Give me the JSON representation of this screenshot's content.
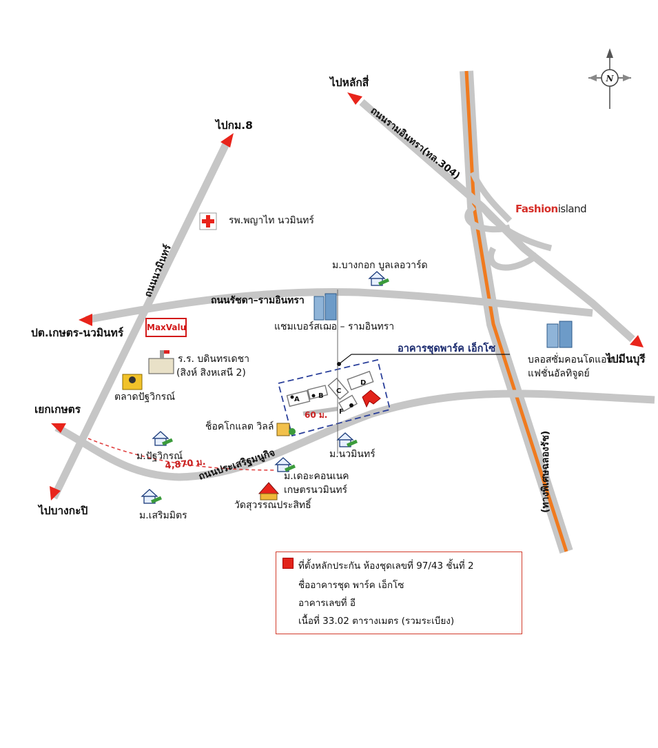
{
  "destinations": {
    "lak_si": "ไปหลักสี่",
    "km8": "ไปกม.8",
    "kaset_nawamin": "ปต.เกษตร-นวมินทร์",
    "yaek_kaset": "เยกเกษตร",
    "bang_kapi": "ไปบางกะปิ",
    "min_buri": "ไปมีนบุรี"
  },
  "roads": {
    "ram_intra": "ถนนรามอินทรา(ทล.304)",
    "nawamin": "ถนนนวมินทร์",
    "ratchada_ramintra": "ถนนรัชดา–รามอินทรา",
    "prasert_manukit": "ถนนประเสริฐมนูกิจ",
    "expressway": "(ทางพิเศษฉลองรัช)"
  },
  "places": {
    "hospital": "รพ.พญาไท นวมินทร์",
    "bangkok_boulevard": "ม.บางกอก บูลเลอวาร์ด",
    "chambers": "แชมเบอร์สเฌอ – รามอินทรา",
    "school_line1": "ร.ร. บดินทรเดชา",
    "school_line2": "(สิงห์ สิงหเสนี 2)",
    "market": "ตลาดปัฐวิกรณ์",
    "chocolate_ville": "ช็อคโกแลต วิลล์",
    "pattawikorn_village": "ม.ปัฐวิกรณ์",
    "nawamin_village": "ม.นวมินทร์",
    "the_connect_line1": "ม.เดอะคอนเนค",
    "the_connect_line2": "เกษตรนวมินทร์",
    "wat": "วัดสุวรรณประสิทธิ์",
    "serimit": "ม.เสริมมิตร",
    "blossom_line1": "บลอสซั่มคอนโดแอท",
    "blossom_line2": "แฟชั่นอัลทิจูดย์",
    "target_building": "อาคารชุดพาร์ค เอ็กโซ"
  },
  "brands": {
    "fashion_part1": "Fashion",
    "fashion_part2": "island",
    "maxvalu": "MaxValu"
  },
  "distances": {
    "to_yaek_kaset": "4,870 ม.",
    "to_soi": "60 ม."
  },
  "building_letters": [
    "A",
    "B",
    "C",
    "D",
    "F"
  ],
  "compass": {
    "north": "N"
  },
  "legend": {
    "line1": "ที่ตั้งหลักประกัน ห้องชุดเลขที่ 97/43 ชั้นที่ 2",
    "line2": "ชื่ออาคารชุด พาร์ค เอ็กโซ",
    "line3": "อาคารเลขที่ อี",
    "line4": "เนื้อที่ 33.02 ตารางเมตร (รวมระเบียง)"
  },
  "colors": {
    "road": "#c6c6c6",
    "expressway_center": "#f07a1e",
    "arrow": "#e8241b",
    "marker": "#e2231a",
    "target_label": "#1a2a6e",
    "plot_outline": "#2a3f9a"
  }
}
